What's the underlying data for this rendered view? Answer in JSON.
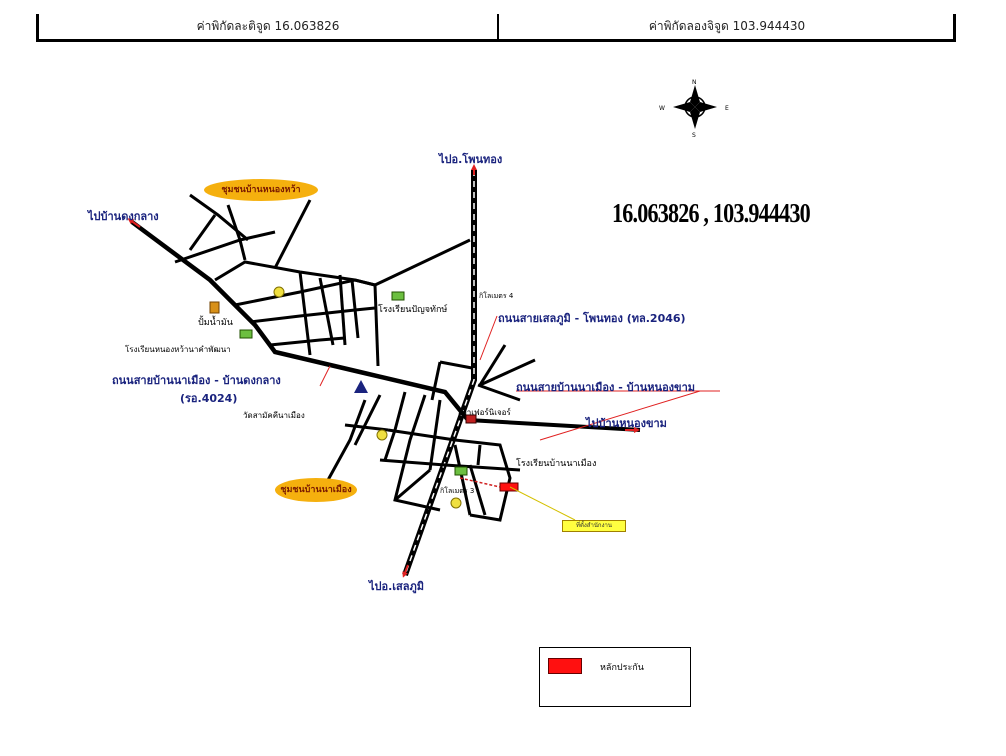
{
  "header": {
    "latitude_label": "ค่าพิกัดละติจูด 16.063826",
    "longitude_label": "ค่าพิกัดลองจิจูด 103.944430"
  },
  "coordinates_big": "16.063826 , 103.944430",
  "compass": {
    "n": "N",
    "s": "S",
    "e": "E",
    "w": "W"
  },
  "directions": {
    "to_phon_thong": "ไปอ.โพนทอง",
    "to_ban_dong_klang": "ไปบ้านดงกลาง",
    "to_ban_nong_kham": "ไปบ้านหนองขาม",
    "to_selaphum": "ไปอ.เสลภูมิ"
  },
  "roads": {
    "road_selaphum_phonthong": "ถนนสายเสลภูมิ - โพนทอง (ทล.2046)",
    "road_nameuang_dongklang": "ถนนสายบ้านนาเมือง - บ้านดงกลาง",
    "road_nameuang_dongklang_code": "(รอ.4024)",
    "road_nameuang_nongkham": "ถนนสายบ้านนาเมือง - บ้านหนองขาม"
  },
  "places": {
    "gas_station": "ปั้มน้ำมัน",
    "school_panya": "โรงเรียนปัญจทักษ์",
    "school_nong_khwa": "โรงเรียนหนองหว้านาคำพัฒนา",
    "temple": "วัดสามัคคีนาเมือง",
    "furniture_shop": "สง่าเฟอร์นิเจอร์",
    "school_nameuang": "โรงเรียนบ้านนาเมือง",
    "km4": "กิโลเมตร 4",
    "km3": "กิโลเมตร 3"
  },
  "zones": {
    "zone_top": "ชุมชนบ้านหนองหว้า",
    "zone_bottom": "ชุมชนบ้านนาเมือง"
  },
  "office_tag": "ที่ตั้งสำนักงาน",
  "legend": {
    "label": "หลักประกัน",
    "swatch_color": "#ff1010"
  },
  "colors": {
    "road": "#000000",
    "label_blue": "#1a237e",
    "zone_fill": "#f5b00e",
    "arrow_red": "#e02020"
  }
}
